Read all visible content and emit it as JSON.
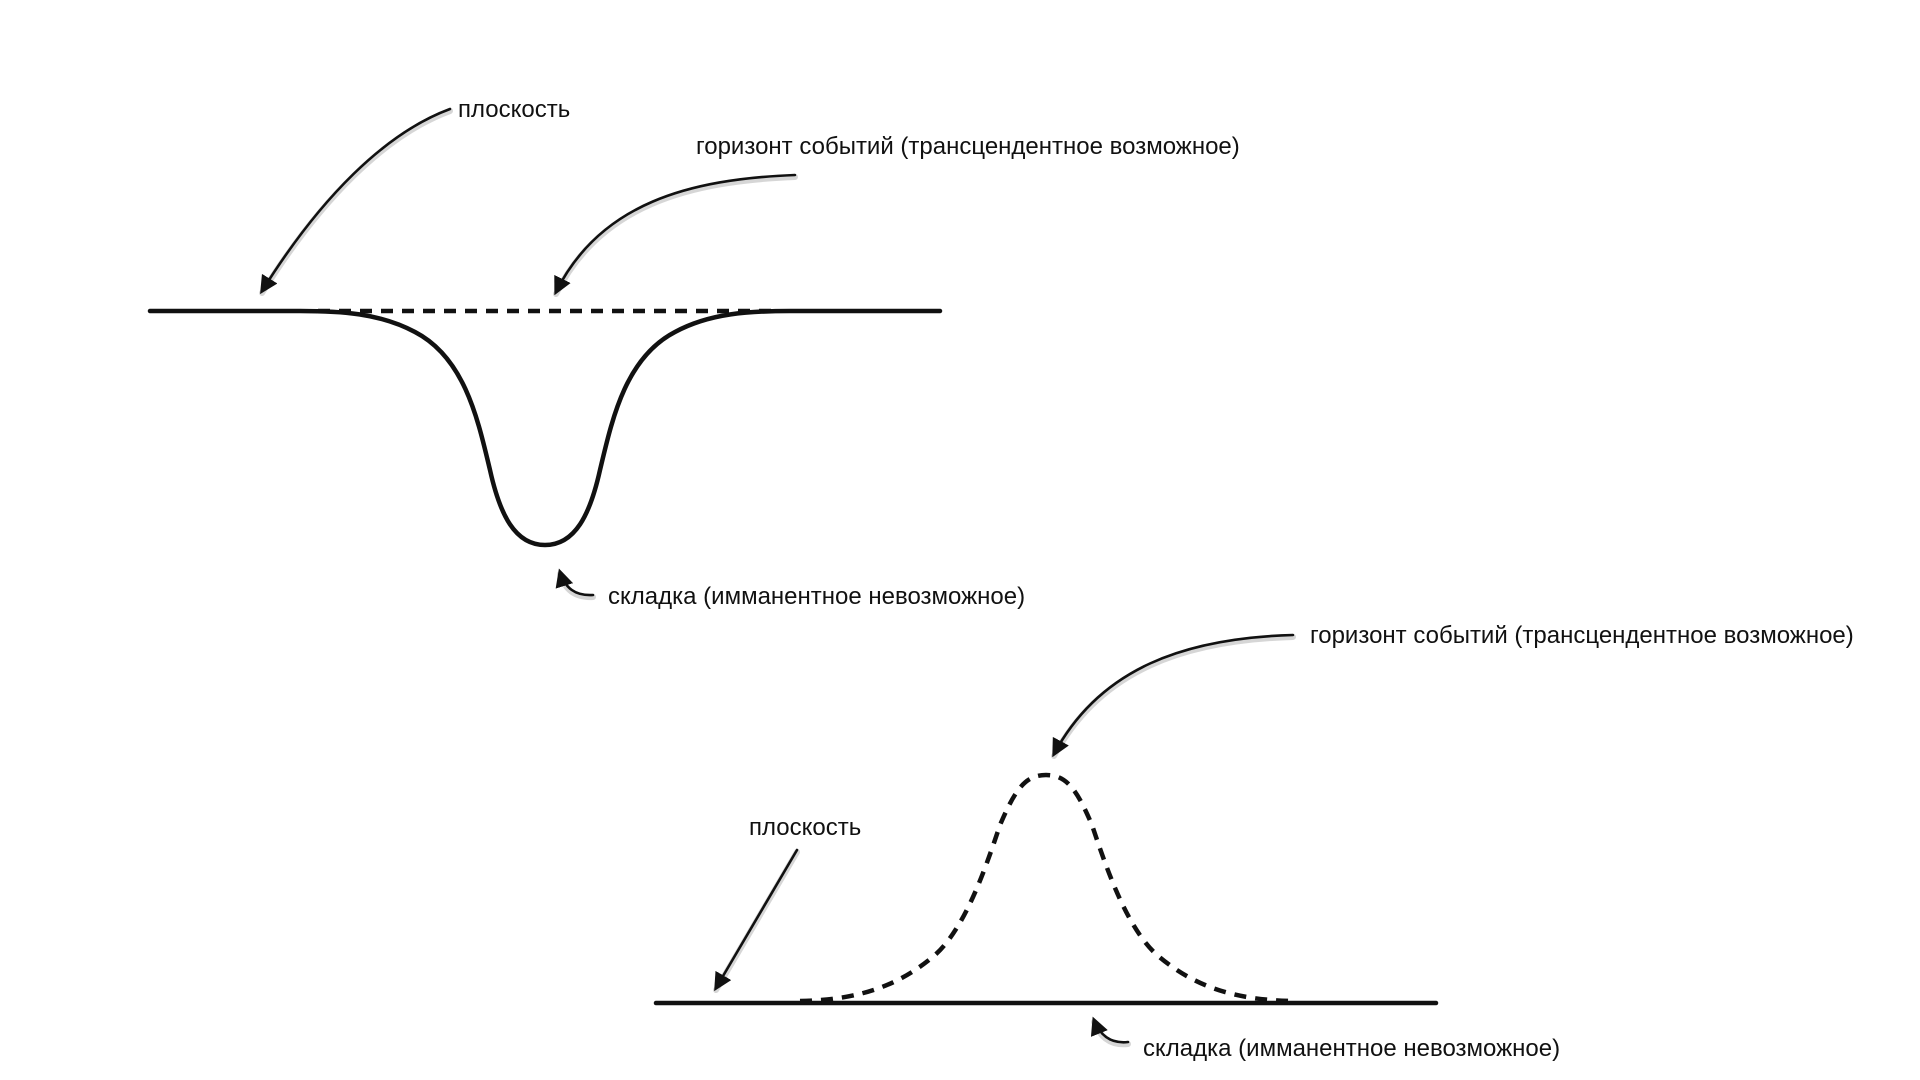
{
  "diagram1": {
    "plane_label": "плоскость",
    "horizon_label": "горизонт событий (трансцендентное возможное)",
    "fold_label": "складка (имманентное невозможное)"
  },
  "diagram2": {
    "plane_label": "плоскость",
    "horizon_label": "горизонт событий (трансцендентное возможное)",
    "fold_label": "складка (имманентное невозможное)"
  },
  "colors": {
    "ink": "#111111",
    "background": "#ffffff"
  }
}
